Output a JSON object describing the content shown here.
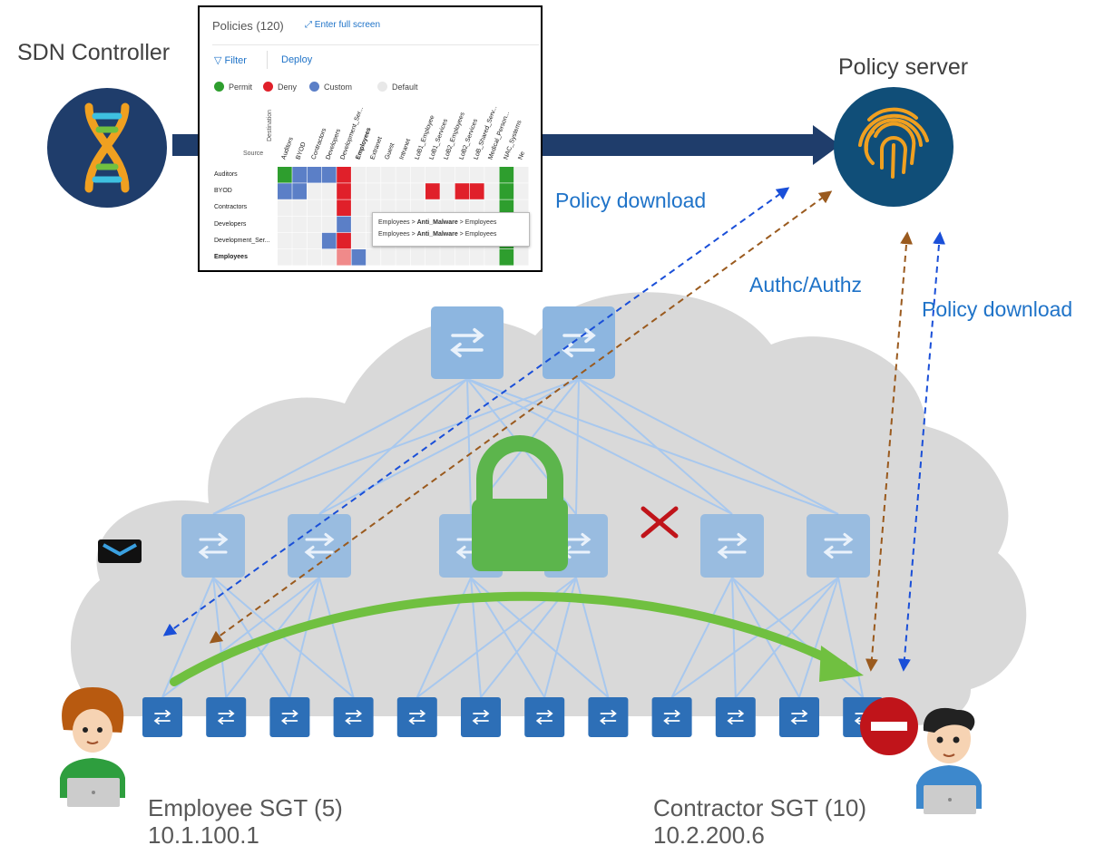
{
  "labels": {
    "sdn_controller": "SDN Controller",
    "policy_server": "Policy server",
    "policy_download_1": "Policy download",
    "policy_download_2": "Policy download",
    "authc_authz": "Authc/Authz",
    "employee_sgt": "Employee SGT (5)",
    "employee_ip": "10.1.100.1",
    "contractor_sgt": "Contractor SGT (10)",
    "contractor_ip": "10.2.200.6"
  },
  "policy_panel": {
    "title": "Policies (120)",
    "full_screen": "Enter full screen",
    "filter": "Filter",
    "deploy": "Deploy",
    "legend": [
      {
        "label": "Permit",
        "color": "#2e9e2e"
      },
      {
        "label": "Deny",
        "color": "#e0202a"
      },
      {
        "label": "Custom",
        "color": "#5b7fc7"
      },
      {
        "label": "Default",
        "color": "#e8e8e8"
      }
    ],
    "axis_destination": "Destination",
    "axis_source": "Source",
    "rows": [
      "Auditors",
      "BYOD",
      "Contractors",
      "Developers",
      "Development_Ser...",
      "Employees"
    ],
    "columns": [
      "Auditors",
      "BYOD",
      "Contractors",
      "Developers",
      "Development_Ser...",
      "Employees",
      "Extranet",
      "Guest",
      "Intranet",
      "LoB1_Employee",
      "LoB1_Services",
      "LoB2_Employees",
      "LoB2_Services",
      "LoB_Shared_Serv...",
      "Medical_Person...",
      "NAC_Systems",
      "Ne"
    ],
    "cells": [
      [
        "P",
        "C",
        "C",
        "C",
        "D",
        "",
        "",
        "",
        "",
        "",
        "",
        "",
        "",
        "",
        "",
        "P",
        ""
      ],
      [
        "C",
        "C",
        "",
        "",
        "D",
        "",
        "",
        "",
        "",
        "",
        "D",
        "",
        "D",
        "D",
        "",
        "P",
        ""
      ],
      [
        "",
        "",
        "",
        "",
        "D",
        "",
        "",
        "",
        "",
        "",
        "",
        "",
        "",
        "",
        "",
        "P",
        ""
      ],
      [
        "",
        "",
        "",
        "",
        "C",
        "",
        "",
        "",
        "",
        "",
        "",
        "",
        "",
        "",
        "",
        "P",
        ""
      ],
      [
        "",
        "",
        "",
        "C",
        "D",
        "",
        "",
        "",
        "",
        "",
        "",
        "",
        "",
        "",
        "",
        "P",
        ""
      ],
      [
        "",
        "",
        "",
        "",
        "X",
        "C",
        "",
        "",
        "",
        "",
        "",
        "",
        "",
        "",
        "",
        "P",
        ""
      ]
    ],
    "tooltip_lines": [
      [
        "Employees > ",
        "Anti_Malware",
        " > Employees"
      ],
      [
        "Employees > ",
        "Anti_Malware",
        " > Employees"
      ]
    ]
  },
  "colors": {
    "dark_blue_arrow": "#1f3d6b",
    "switch_light": "#8db6e0",
    "switch_dark": "#2d6fb7",
    "lock_green": "#5cb54c",
    "flow_green": "#70c040",
    "deny_red": "#c0141a",
    "cloud_gray": "#d9d9d9",
    "link_blue": "#a8c8ee",
    "policy_dl_blue": "#1a4fd8",
    "auth_brown": "#9a5a1e"
  },
  "icons": {
    "sdn": "dna-icon",
    "policy_server": "fingerprint-icon",
    "message": "envelope-icon",
    "lock": "lock-icon",
    "blocked": "x-mark-icon",
    "deny": "no-entry-icon"
  }
}
